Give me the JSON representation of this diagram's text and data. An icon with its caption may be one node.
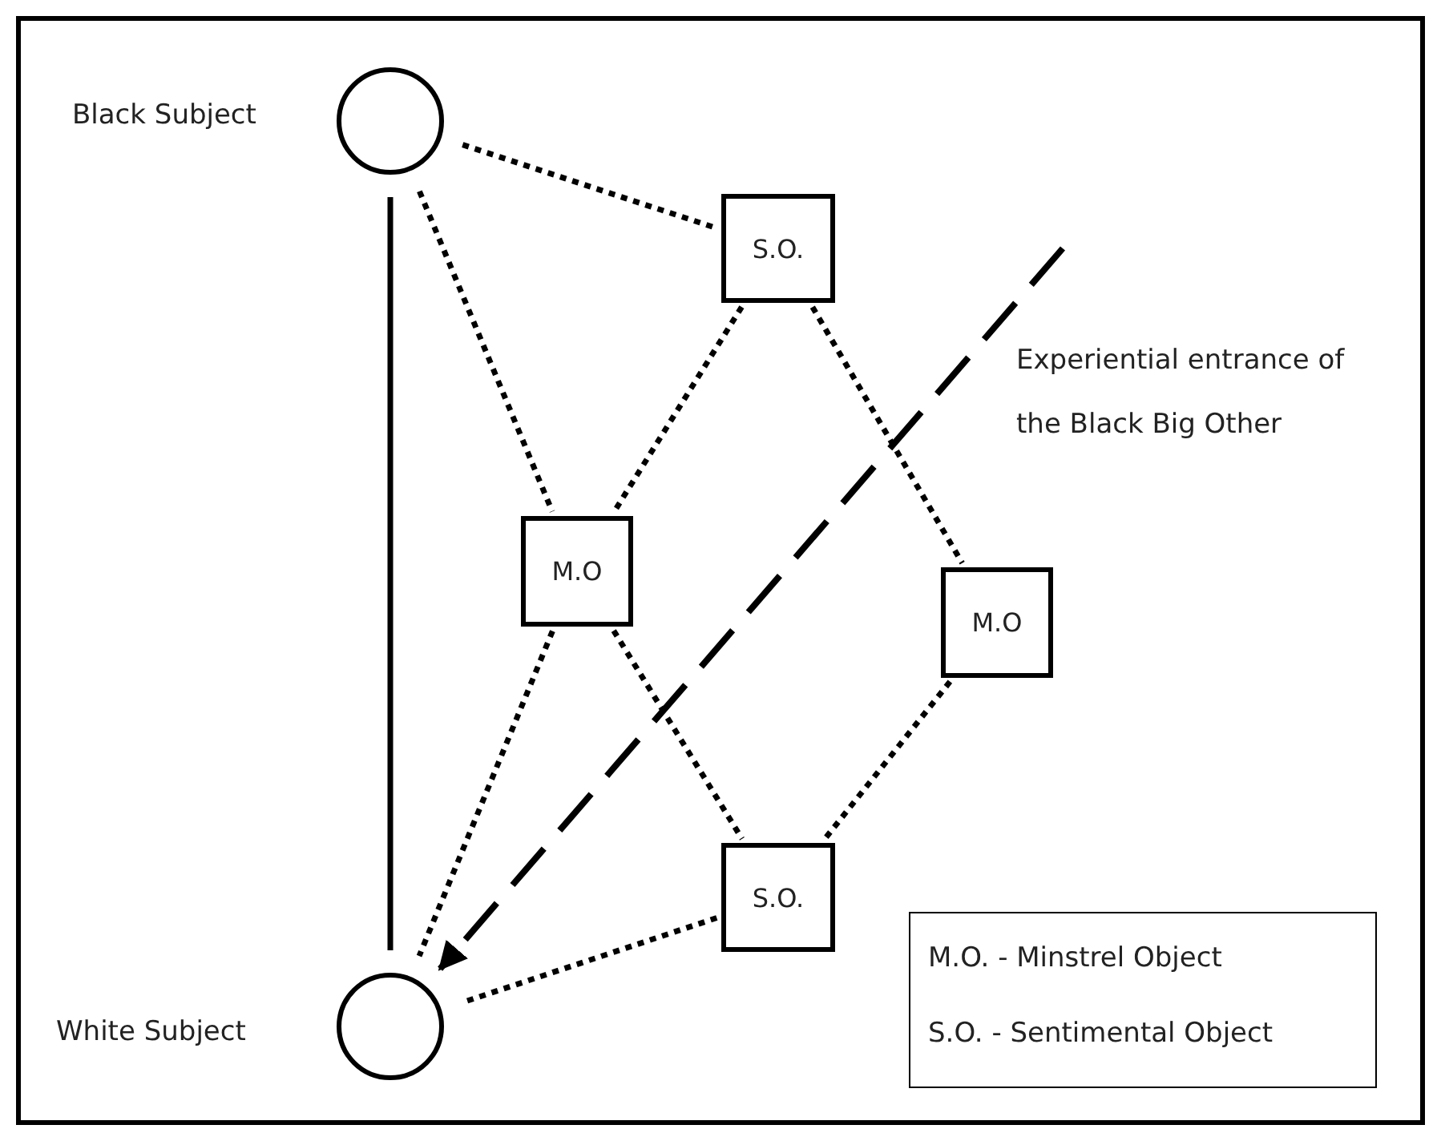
{
  "diagram": {
    "nodes": [
      {
        "text": [],
        "shape": "circle",
        "beside": [
          "Black Subject"
        ]
      },
      {
        "text": [
          "S.O."
        ]
      },
      {
        "text": [
          "M.O"
        ]
      },
      {
        "text": [
          "M.O"
        ]
      },
      {
        "text": [
          "S.O."
        ]
      },
      {
        "text": [],
        "shape": "circle",
        "beside": [
          "White Subject"
        ]
      }
    ],
    "edges": [
      {
        "from": 0,
        "to": 5,
        "arrow": "none"
      },
      {
        "from": 0,
        "to": 1,
        "arrow": "none",
        "style": "dashed"
      },
      {
        "from": 0,
        "to": 2,
        "arrow": "none",
        "style": "dashed"
      },
      {
        "from": 1,
        "to": 2,
        "arrow": "none",
        "style": "dashed"
      },
      {
        "from": 1,
        "to": 3,
        "arrow": "none",
        "style": "dashed"
      },
      {
        "from": 2,
        "to": 5,
        "arrow": "none",
        "style": "dashed"
      },
      {
        "from": 2,
        "to": 4,
        "arrow": "none",
        "style": "dashed"
      },
      {
        "from": 3,
        "to": 4,
        "arrow": "none",
        "style": "dashed"
      },
      {
        "from": 4,
        "to": 5,
        "arrow": "none",
        "style": "dashed"
      },
      {
        "from": null,
        "to": 5,
        "arrow": "to",
        "style": "dashed"
      }
    ],
    "labels": [
      "Experiential entrance of the Black Big Other",
      "M.O. - Minstrel Object",
      "S.O. - Sentimental Object"
    ]
  }
}
